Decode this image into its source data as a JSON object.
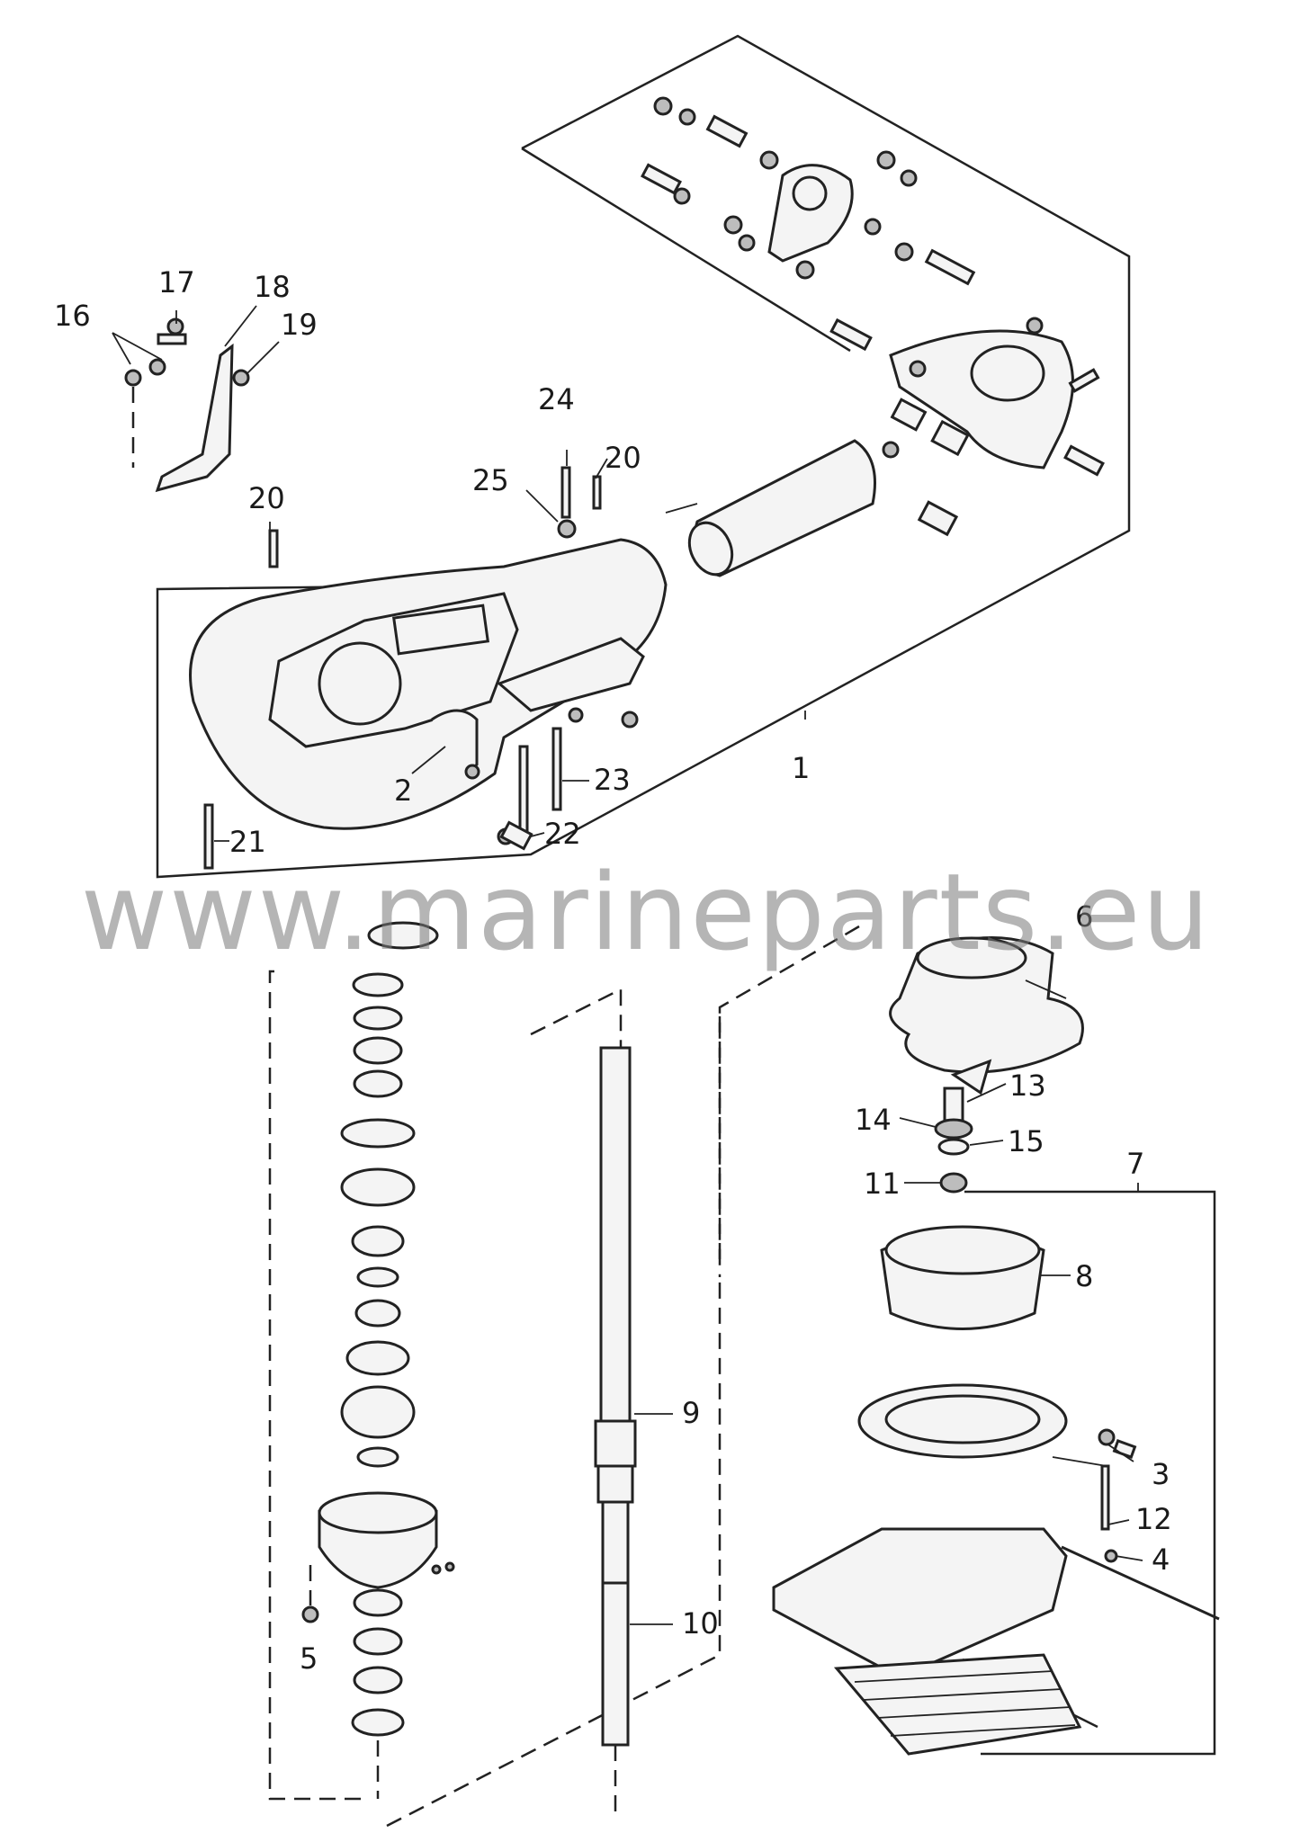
{
  "watermark": "www.marineparts.eu",
  "callouts": [
    {
      "id": "1",
      "label": "1"
    },
    {
      "id": "2",
      "label": "2"
    },
    {
      "id": "3",
      "label": "3"
    },
    {
      "id": "4",
      "label": "4"
    },
    {
      "id": "5",
      "label": "5"
    },
    {
      "id": "6",
      "label": "6"
    },
    {
      "id": "7",
      "label": "7"
    },
    {
      "id": "8",
      "label": "8"
    },
    {
      "id": "9",
      "label": "9"
    },
    {
      "id": "10",
      "label": "10"
    },
    {
      "id": "11",
      "label": "11"
    },
    {
      "id": "12",
      "label": "12"
    },
    {
      "id": "13",
      "label": "13"
    },
    {
      "id": "14",
      "label": "14"
    },
    {
      "id": "15",
      "label": "15"
    },
    {
      "id": "16",
      "label": "16"
    },
    {
      "id": "17",
      "label": "17"
    },
    {
      "id": "18",
      "label": "18"
    },
    {
      "id": "19",
      "label": "19"
    },
    {
      "id": "20a",
      "label": "20"
    },
    {
      "id": "20b",
      "label": "20"
    },
    {
      "id": "21",
      "label": "21"
    },
    {
      "id": "22",
      "label": "22"
    },
    {
      "id": "23",
      "label": "23"
    },
    {
      "id": "24",
      "label": "24"
    },
    {
      "id": "25",
      "label": "25"
    }
  ]
}
